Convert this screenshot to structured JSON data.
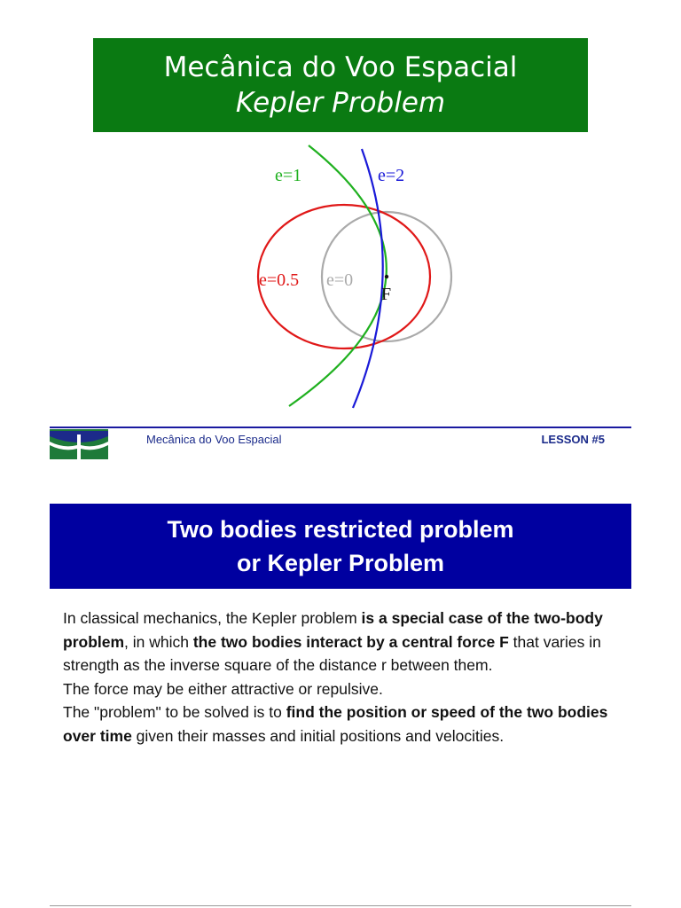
{
  "slide1": {
    "title_line1": "Mecânica do Voo Espacial",
    "title_line2": "Kepler Problem",
    "diagram_labels": {
      "e1": "e=1",
      "e2": "e=2",
      "e05": "e=0.5",
      "e0": "e=0",
      "focus": "F"
    },
    "colors": {
      "banner": "#0a7a12",
      "e1": "#1fb01f",
      "e2": "#1a1ad8",
      "e05": "#e01818",
      "e0": "#aaaaaa"
    },
    "footer": {
      "course": "Mecânica do Voo Espacial",
      "lesson": "LESSON #5"
    }
  },
  "slide2": {
    "heading_line1": "Two bodies restricted problem",
    "heading_line2": "or Kepler Problem",
    "p1": {
      "a": "In classical mechanics, the Kepler problem ",
      "b": "is a special case of the two-body problem",
      "c": ", in which ",
      "d": "the two bodies interact by a central force F",
      "e": " that varies in strength as the inverse square of the distance r between them."
    },
    "p2": "The force may be either attractive or repulsive.",
    "p3": {
      "a": "The \"problem\" to be solved is to ",
      "b": "find the position or speed of the two bodies over time",
      "c": " given their masses and initial positions and velocities."
    }
  }
}
